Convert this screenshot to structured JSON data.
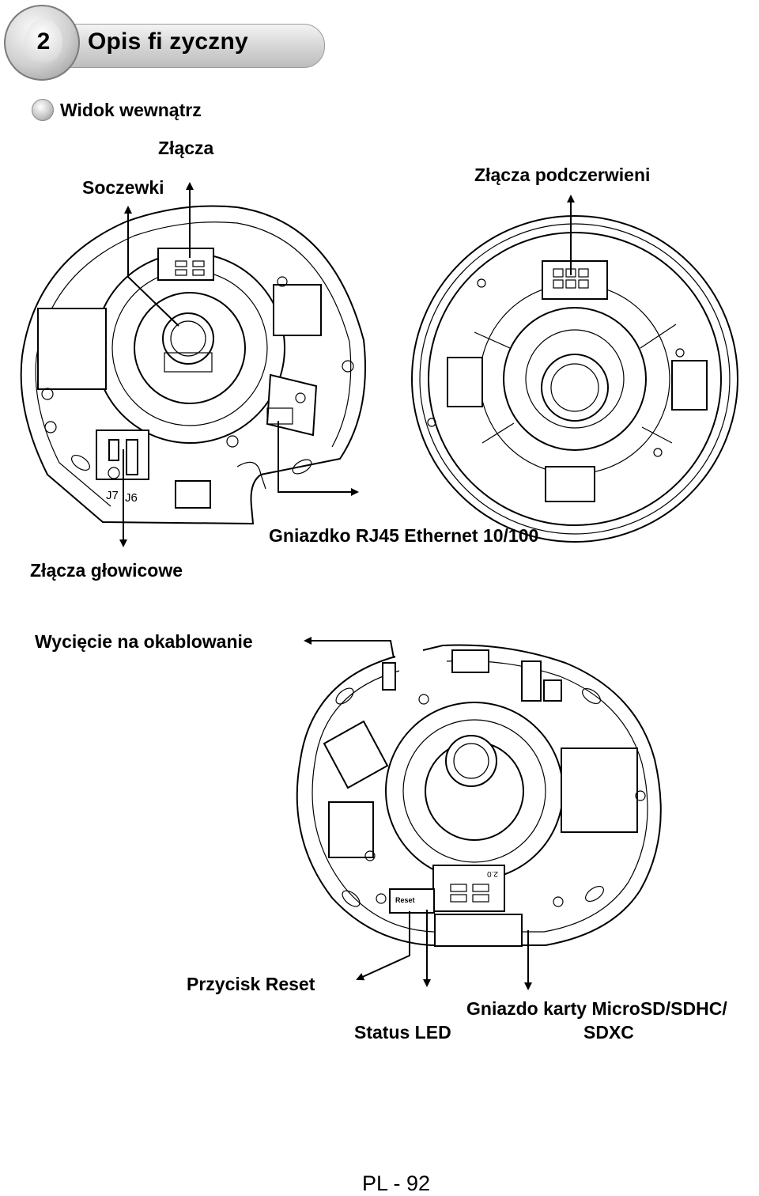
{
  "header": {
    "chapter_number": "2",
    "title": "Opis fi zyczny"
  },
  "subsection": {
    "title": "Widok wewnątrz"
  },
  "figure_top": {
    "labels": {
      "connectors": "Złącza",
      "lenses": "Soczewki",
      "ir_connectors": "Złącza podczerwieni",
      "head_connectors": "Złącza głowicowe",
      "rj45_socket": "Gniazdko RJ45 Ethernet 10/100",
      "pcb_j7": "J7",
      "pcb_j6": "J6"
    }
  },
  "figure_bottom": {
    "labels": {
      "cable_cutout": "Wycięcie na okablowanie",
      "reset_button": "Przycisk Reset",
      "status_led": "Status LED",
      "microsd_slot_line1": "Gniazdo karty MicroSD/SDHC/",
      "microsd_slot_line2": "SDXC",
      "pcb_reset": "Reset",
      "pcb_version": "2.0"
    }
  },
  "footer": {
    "page_number": "PL - 92"
  }
}
